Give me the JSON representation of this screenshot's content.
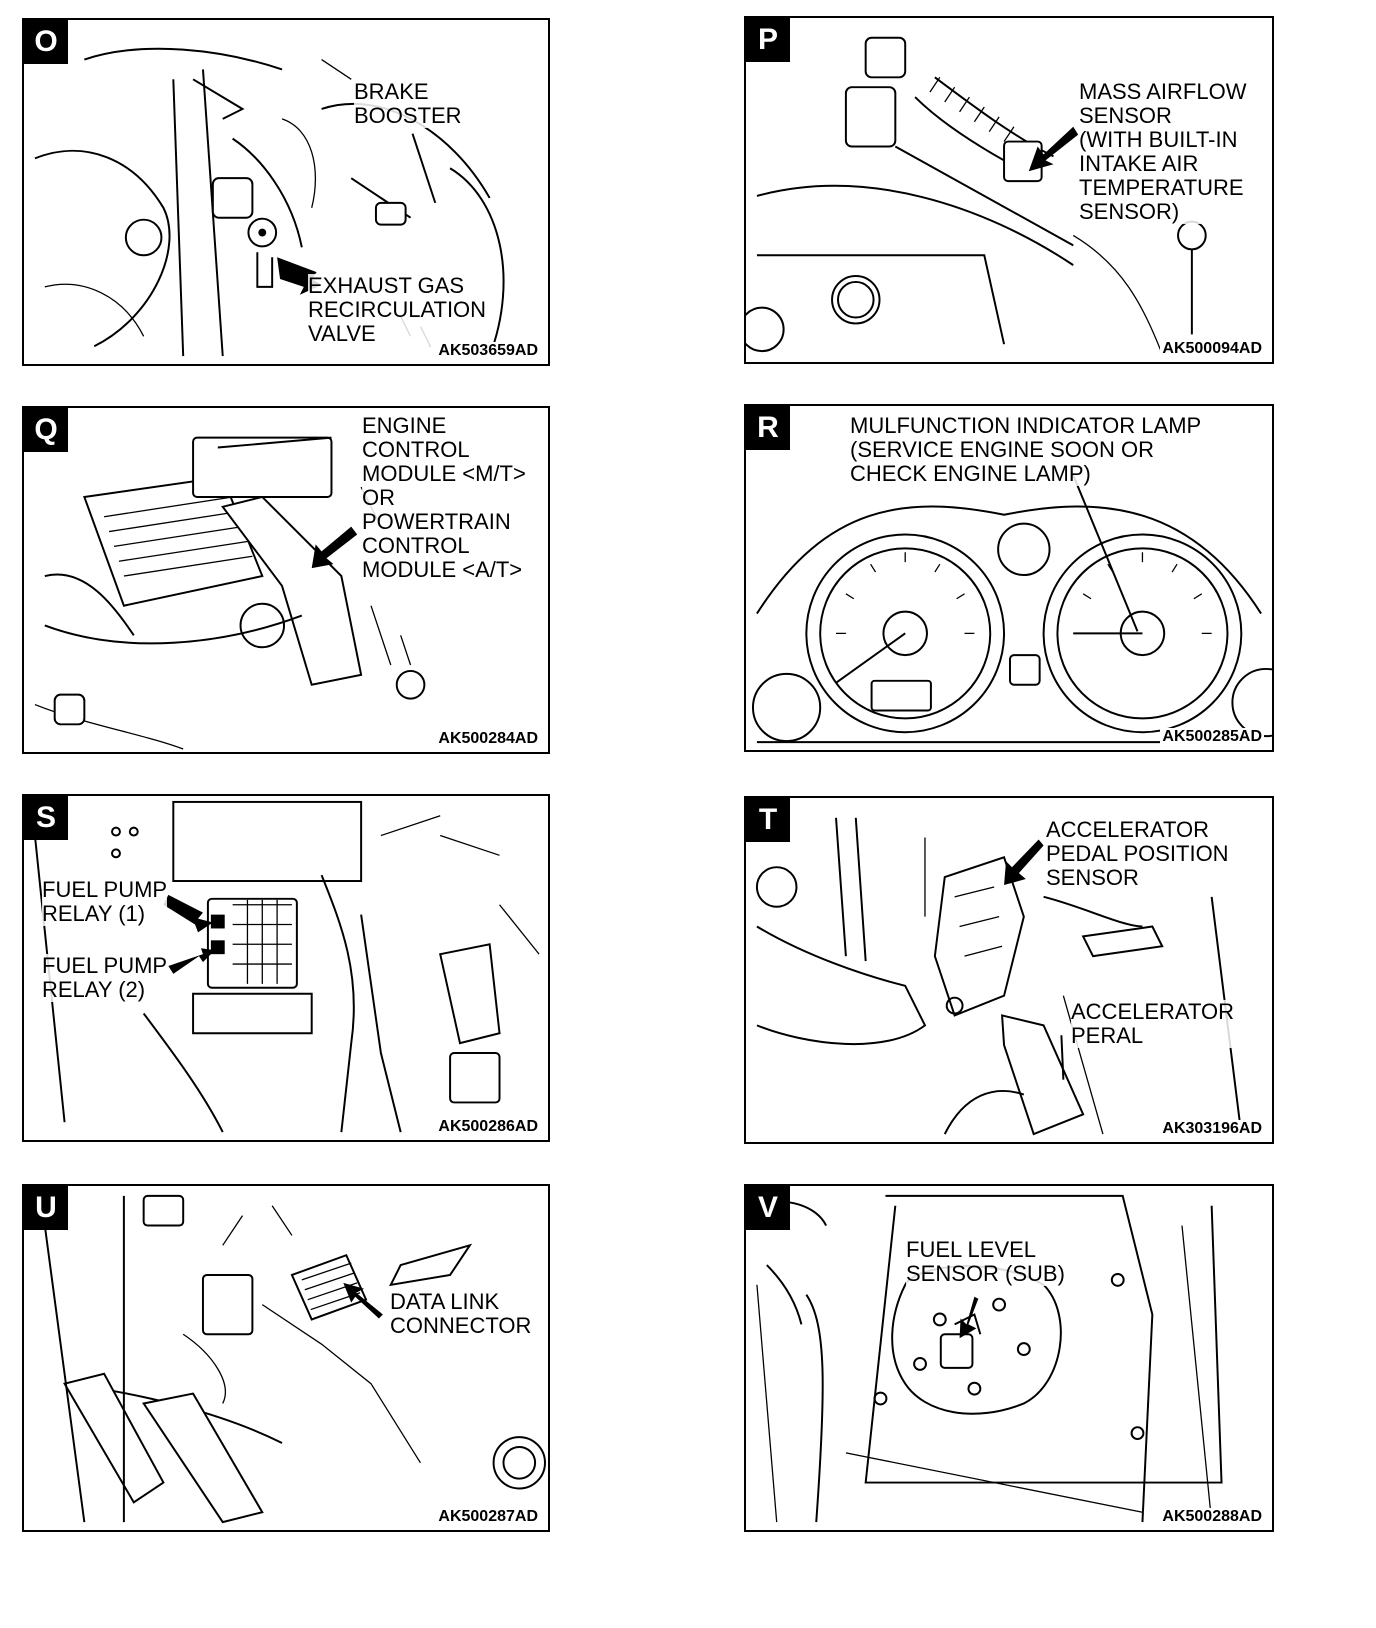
{
  "panels": [
    {
      "letter": "O",
      "callouts": [
        "BRAKE\nBOOSTER",
        "EXHAUST GAS\nRECIRCULATION\nVALVE"
      ],
      "code": "AK503659AD"
    },
    {
      "letter": "P",
      "callouts": [
        "MASS AIRFLOW\nSENSOR\n(WITH BUILT-IN\nINTAKE AIR\nTEMPERATURE\nSENSOR)"
      ],
      "code": "AK500094AD"
    },
    {
      "letter": "Q",
      "callouts": [
        "ENGINE\nCONTROL\nMODULE <M/T>\nOR\nPOWERTRAIN\nCONTROL\nMODULE <A/T>"
      ],
      "code": "AK500284AD"
    },
    {
      "letter": "R",
      "callouts": [
        "MULFUNCTION INDICATOR LAMP\n(SERVICE ENGINE SOON OR\nCHECK ENGINE LAMP)"
      ],
      "code": "AK500285AD"
    },
    {
      "letter": "S",
      "callouts": [
        "FUEL PUMP\nRELAY (1)",
        "FUEL PUMP\nRELAY (2)"
      ],
      "code": "AK500286AD"
    },
    {
      "letter": "T",
      "callouts": [
        "ACCELERATOR\nPEDAL POSITION\nSENSOR",
        "ACCELERATOR\nPERAL"
      ],
      "code": "AK303196AD"
    },
    {
      "letter": "U",
      "callouts": [
        "DATA LINK\nCONNECTOR"
      ],
      "code": "AK500287AD"
    },
    {
      "letter": "V",
      "callouts": [
        "FUEL LEVEL\nSENSOR (SUB)"
      ],
      "code": "AK500288AD"
    }
  ]
}
